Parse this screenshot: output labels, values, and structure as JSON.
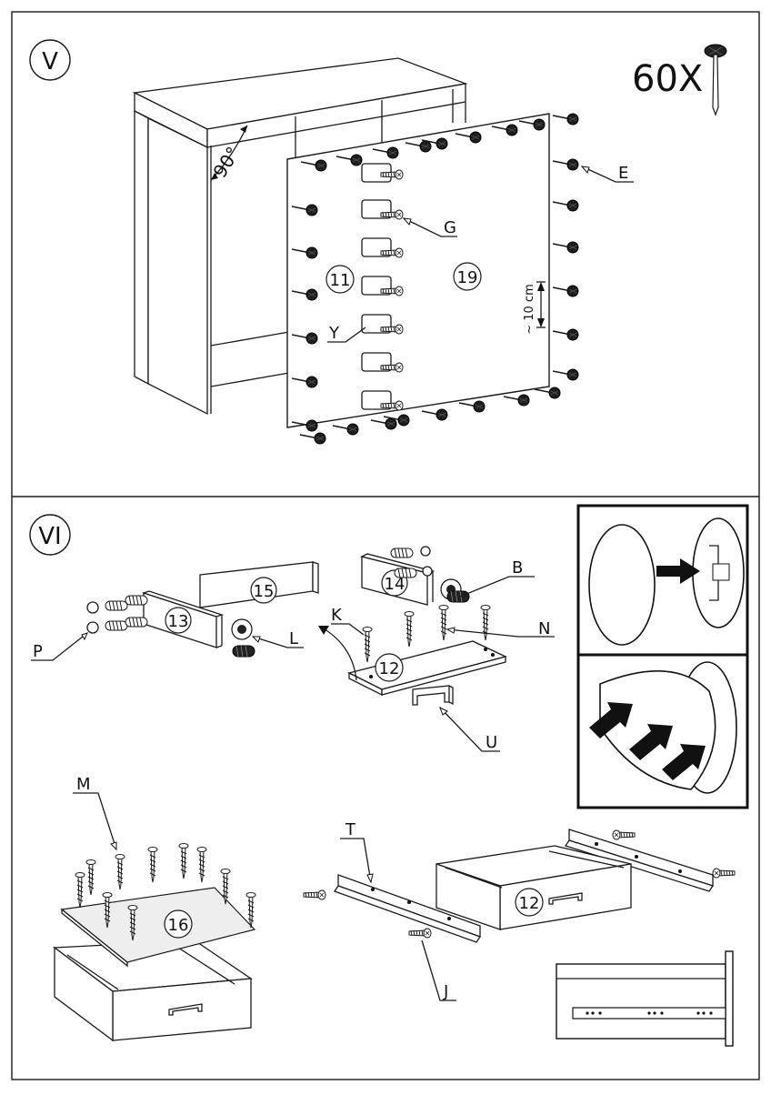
{
  "steps": {
    "v": {
      "label": "V",
      "nail_count": "60X"
    },
    "vi": {
      "label": "VI"
    }
  },
  "step_v_labels": {
    "angle": "90°",
    "part_11": "11",
    "part_19": "19",
    "e": "E",
    "g": "G",
    "y": "Y",
    "spacing": "~ 10 cm"
  },
  "step_vi_labels": {
    "part_15": "15",
    "part_13": "13",
    "part_14": "14",
    "part_12_bottom": "12",
    "p": "P",
    "l": "L",
    "k": "K",
    "b": "B",
    "n": "N",
    "u": "U",
    "m": "M",
    "part_16": "16",
    "t": "T",
    "part_12_drawer": "12",
    "j": "J"
  }
}
